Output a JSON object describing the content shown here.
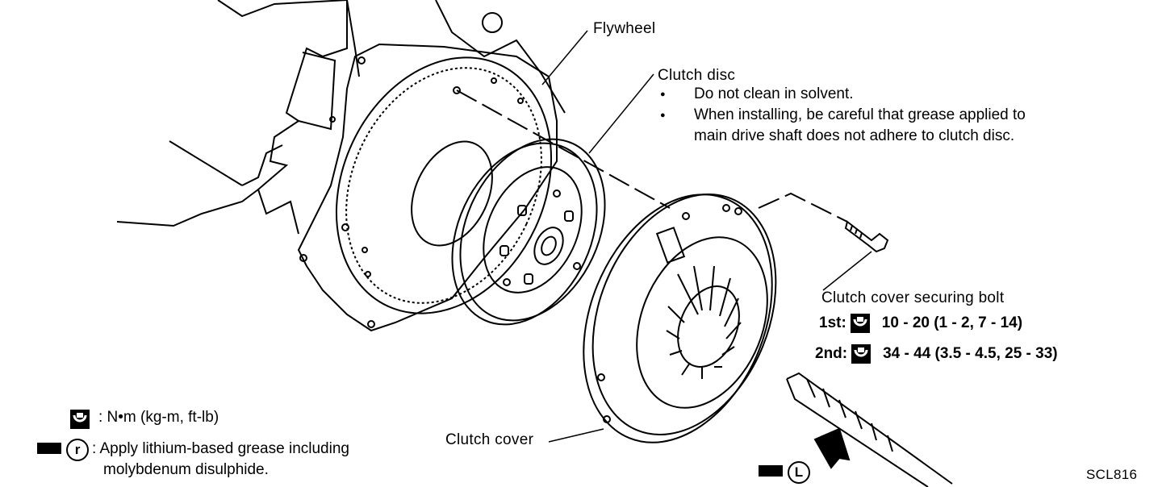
{
  "labels": {
    "flywheel": "Flywheel",
    "clutch_disc": "Clutch disc",
    "clutch_cover": "Clutch cover",
    "bolt": "Clutch cover securing bolt",
    "figure_id": "SCL816"
  },
  "clutch_disc_notes": [
    "Do not clean in solvent.",
    "When installing, be careful that grease applied to",
    "main drive shaft does not adhere to clutch disc."
  ],
  "torque": [
    {
      "step": "1st:",
      "value": "10 - 20 (1 - 2, 7 - 14)"
    },
    {
      "step": "2nd:",
      "value": "34 - 44 (3.5 - 4.5, 25 - 33)"
    }
  ],
  "legend": {
    "torque_symbol_text": ": N•m (kg-m, ft-lb)",
    "grease_symbol_letter": "r",
    "grease_line1": ": Apply lithium-based grease including",
    "grease_line2": "molybdenum disulphide.",
    "shaft_grease_letter": "L"
  }
}
